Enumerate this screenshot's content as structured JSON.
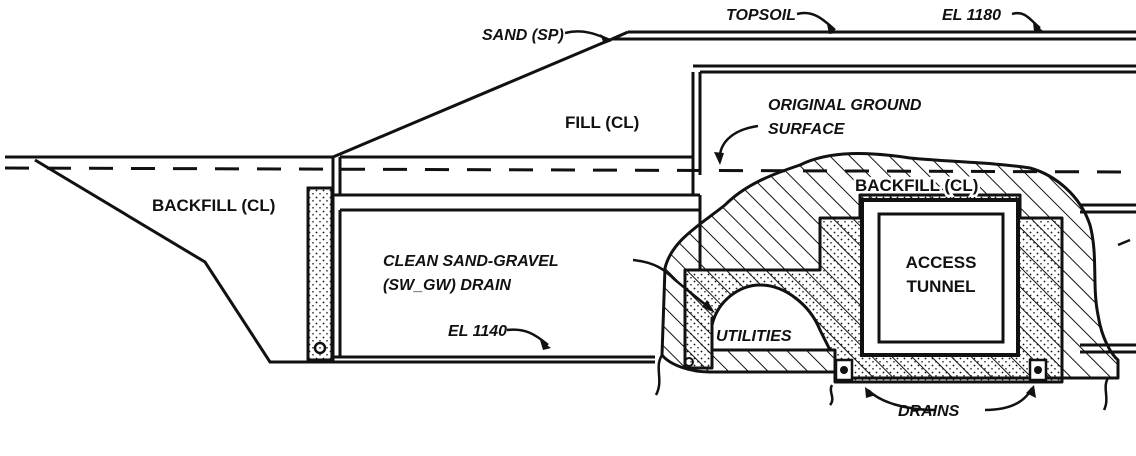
{
  "labels": {
    "sand_sp": "SAND (SP)",
    "topsoil": "TOPSOIL",
    "el_1180": "EL 1180",
    "fill_cl": "FILL (CL)",
    "original_ground_line1": "ORIGINAL GROUND",
    "original_ground_line2": "SURFACE",
    "backfill_left": "BACKFILL (CL)",
    "backfill_right": "BACKFILL (CL)",
    "drain_line1": "CLEAN SAND-GRAVEL",
    "drain_line2": "(SW_GW) DRAIN",
    "el_1140": "EL 1140",
    "utilities": "UTILITIES",
    "access_line1": "ACCESS",
    "access_line2": "TUNNEL",
    "drains": "DRAINS"
  },
  "colors": {
    "ink": "#111111",
    "paper": "#ffffff"
  }
}
